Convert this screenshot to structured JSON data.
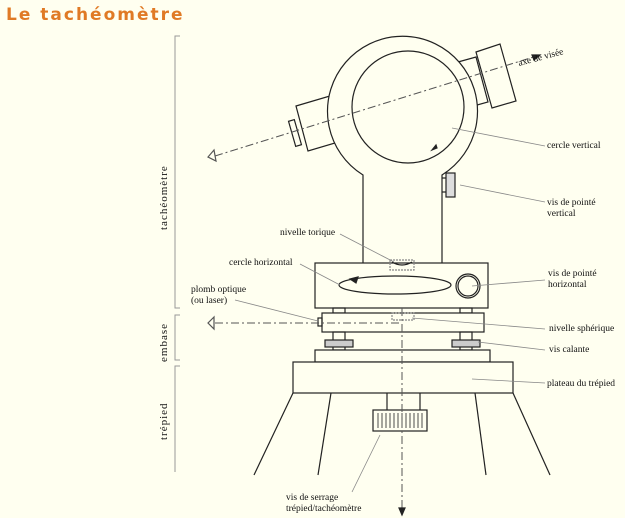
{
  "title": "Le tachéomètre",
  "sections": {
    "tacheometre": "tachéomètre",
    "embase": "embase",
    "trepied": "trépied"
  },
  "labels": {
    "axe_visee": "axe de visée",
    "cercle_vertical": "cercle vertical",
    "vis_pointe_vertical_1": "vis de pointé",
    "vis_pointe_vertical_2": "vertical",
    "nivelle_torique": "nivelle torique",
    "cercle_horizontal": "cercle horizontal",
    "vis_pointe_horizontal_1": "vis de pointé",
    "vis_pointe_horizontal_2": "horizontal",
    "plomb_optique_1": "plomb optique",
    "plomb_optique_2": "(ou laser)",
    "nivelle_spherique": "nivelle sphérique",
    "vis_calante": "vis calante",
    "plateau": "plateau du trépied",
    "vis_serrage_1": "vis de serrage",
    "vis_serrage_2": "trépied/tachéomètre"
  }
}
